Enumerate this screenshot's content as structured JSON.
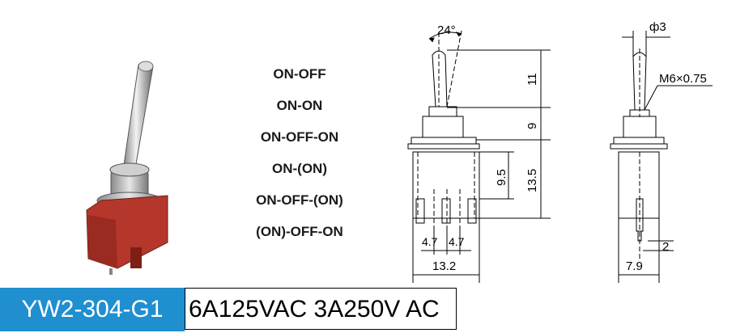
{
  "switch_modes": [
    "ON-OFF",
    "ON-ON",
    "ON-OFF-ON",
    "ON-(ON)",
    "ON-OFF-(ON)",
    "(ON)-OFF-ON"
  ],
  "dimensions": {
    "angle": "24°",
    "lever_length": "11",
    "bushing_height": "9",
    "pin_length": "9.5",
    "body_height": "13.5",
    "pin_spacing_1": "4.7",
    "pin_spacing_2": "4.7",
    "body_width": "13.2",
    "lever_diameter": "ф3",
    "thread": "M6×0.75",
    "terminal_width": "2",
    "body_depth": "7.9"
  },
  "model": "YW2-304-G1",
  "rating": "6A125VAC 3A250V AC",
  "colors": {
    "badge": "#1f8fd0",
    "housing": "#b5372b",
    "metal": "#b9b9b9"
  }
}
